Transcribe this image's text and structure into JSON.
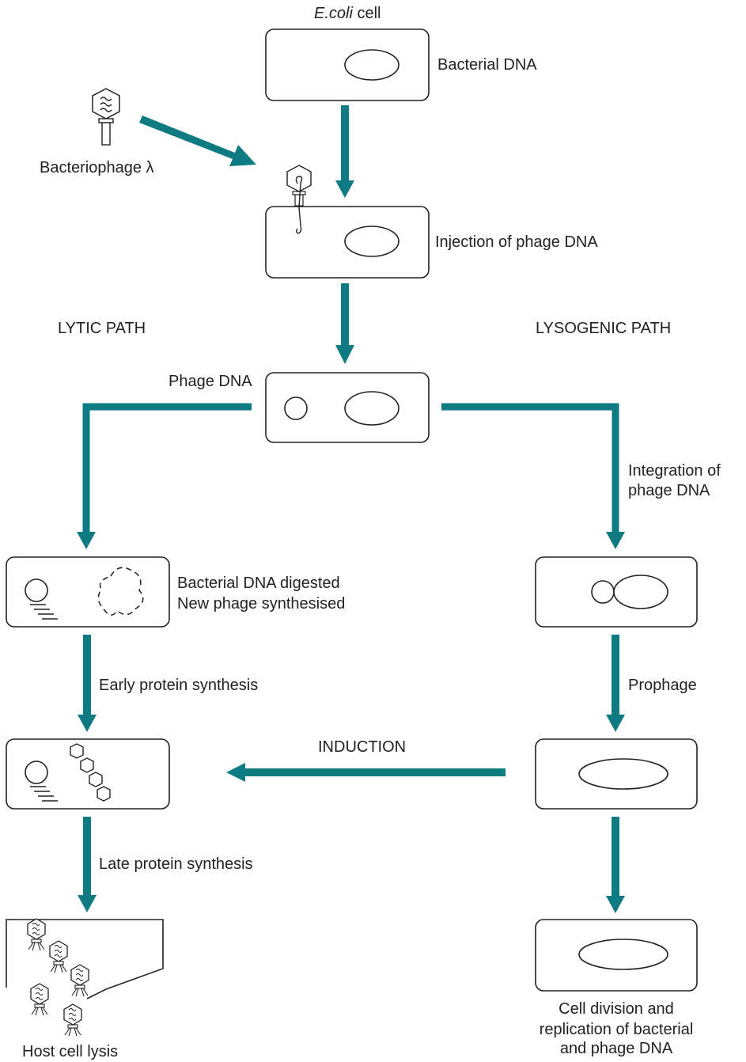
{
  "labels": {
    "ecoli_italic": "E.coli",
    "ecoli_rest": " cell",
    "bacterial_dna": "Bacterial DNA",
    "bacteriophage": "Bacteriophage λ",
    "injection": "Injection of phage DNA",
    "lytic_path": "LYTIC PATH",
    "lysogenic_path": "LYSOGENIC PATH",
    "phage_dna": "Phage DNA",
    "integration_line1": "Integration of",
    "integration_line2": "phage DNA",
    "digested_line1": "Bacterial DNA digested",
    "digested_line2": "New phage synthesised",
    "early_protein": "Early protein synthesis",
    "prophage": "Prophage",
    "induction": "INDUCTION",
    "late_protein": "Late protein synthesis",
    "host_lysis": "Host cell lysis",
    "cell_division_line1": "Cell division and",
    "cell_division_line2": "replication of bacterial",
    "cell_division_line3": "and phage DNA"
  },
  "colors": {
    "arrow": "#0e7a82",
    "outline": "#222222"
  }
}
